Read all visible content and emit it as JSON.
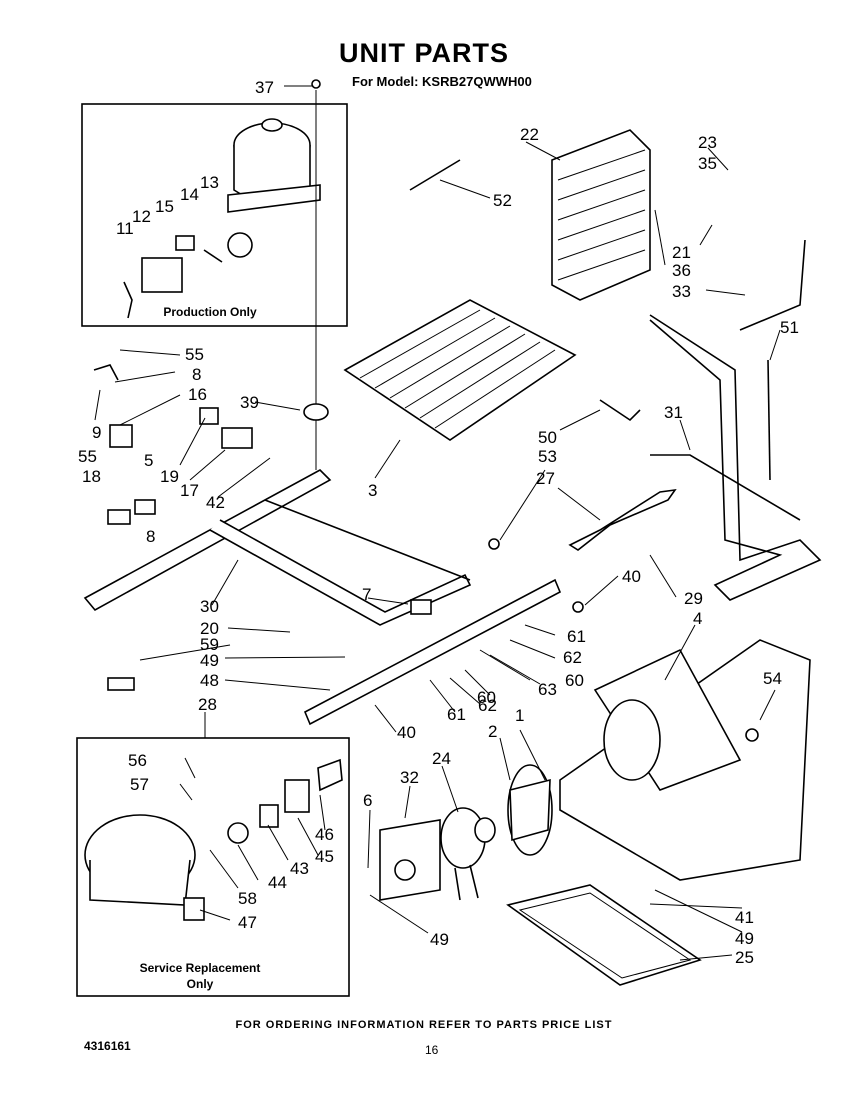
{
  "title": "UNIT PARTS",
  "subtitle": "For Model: KSRB27QWWH00",
  "production_box_label": "Production Only",
  "service_box_label_line1": "Service Replacement",
  "service_box_label_line2": "Only",
  "footer": "FOR ORDERING INFORMATION REFER TO PARTS PRICE LIST",
  "doc_number": "4316161",
  "page_number": "16",
  "callouts": [
    "1",
    "2",
    "3",
    "4",
    "5",
    "6",
    "7",
    "8",
    "8",
    "9",
    "11",
    "12",
    "13",
    "14",
    "15",
    "16",
    "17",
    "18",
    "19",
    "20",
    "21",
    "22",
    "23",
    "24",
    "25",
    "27",
    "28",
    "29",
    "30",
    "31",
    "32",
    "33",
    "35",
    "36",
    "37",
    "39",
    "40",
    "40",
    "41",
    "42",
    "43",
    "44",
    "45",
    "46",
    "47",
    "48",
    "49",
    "49",
    "49",
    "50",
    "51",
    "52",
    "53",
    "54",
    "55",
    "55",
    "56",
    "57",
    "58",
    "59",
    "60",
    "60",
    "61",
    "61",
    "62",
    "62",
    "63"
  ]
}
